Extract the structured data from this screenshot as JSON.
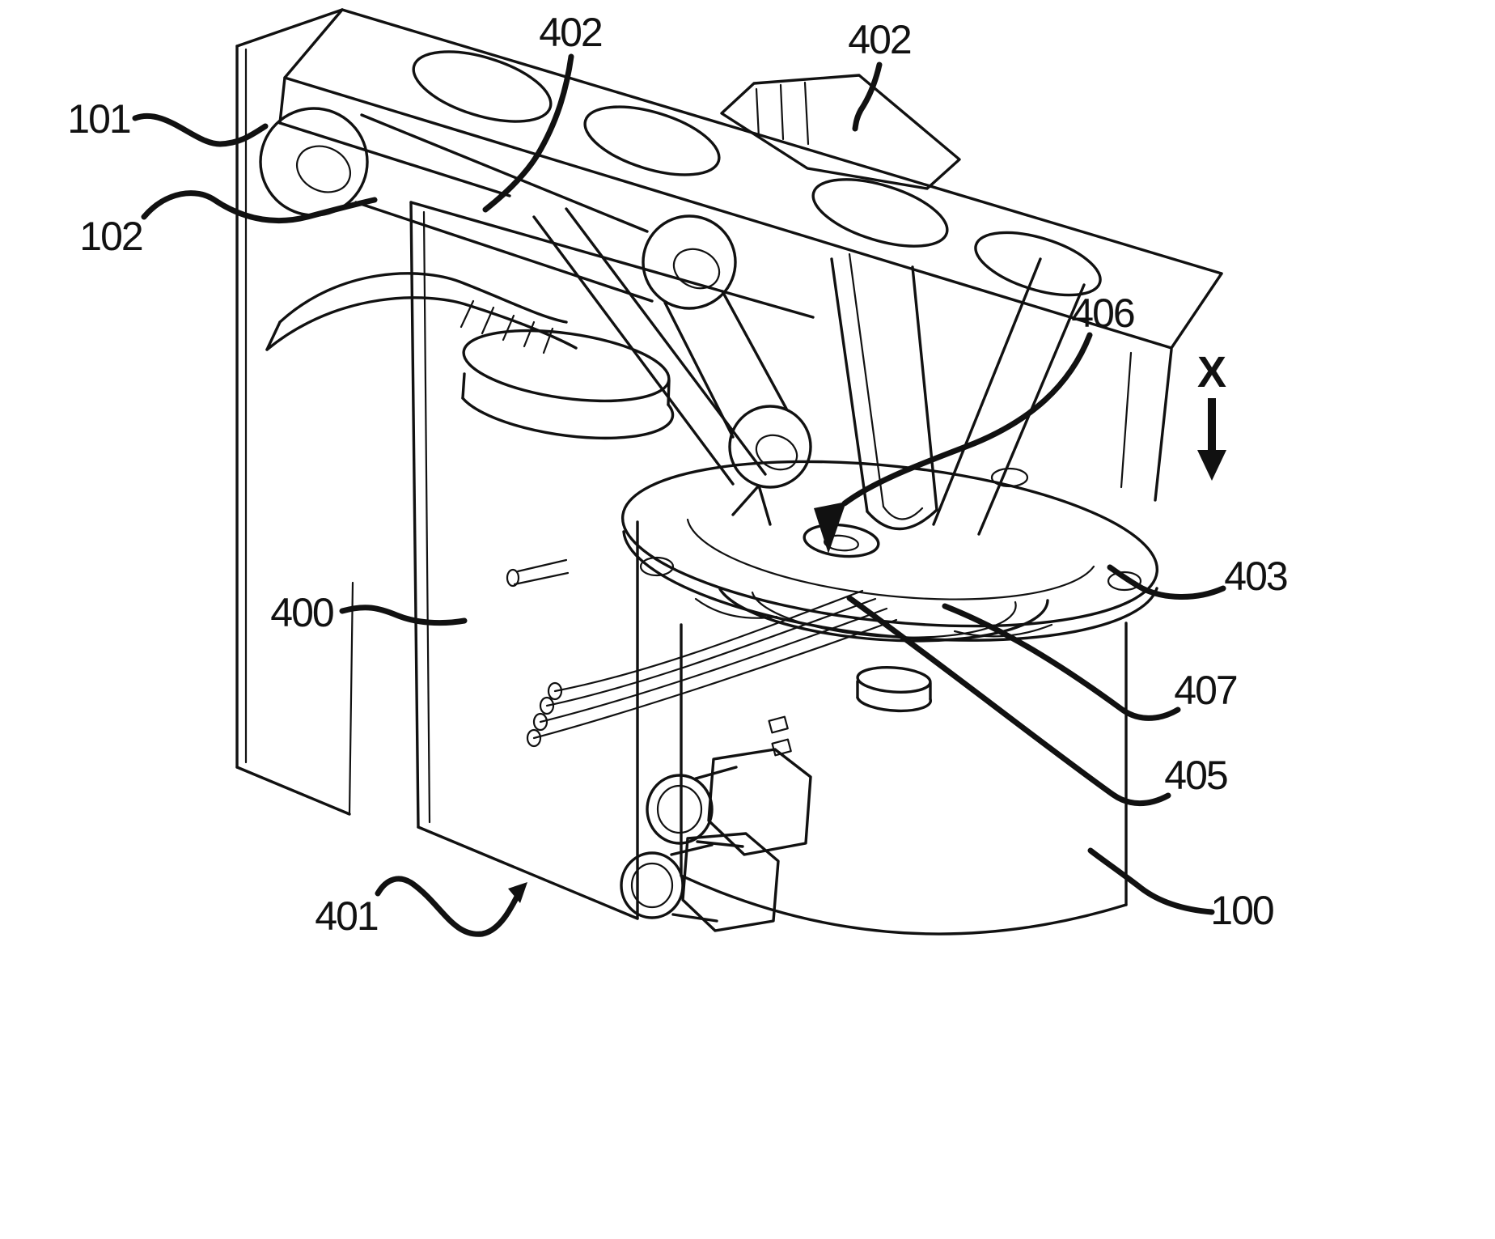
{
  "figure": {
    "kind": "patent-technical-drawing",
    "background_color": "#ffffff",
    "line_color": "#111111",
    "labels": [
      {
        "id": "101",
        "text": "101"
      },
      {
        "id": "102",
        "text": "102"
      },
      {
        "id": "400",
        "text": "400"
      },
      {
        "id": "401",
        "text": "401"
      },
      {
        "id": "402a",
        "text": "402"
      },
      {
        "id": "402b",
        "text": "402"
      },
      {
        "id": "403",
        "text": "403"
      },
      {
        "id": "405",
        "text": "405"
      },
      {
        "id": "406",
        "text": "406"
      },
      {
        "id": "407",
        "text": "407"
      },
      {
        "id": "100",
        "text": "100"
      },
      {
        "id": "axis",
        "text": "X"
      }
    ],
    "axis": {
      "label": "X",
      "direction": "down"
    }
  }
}
